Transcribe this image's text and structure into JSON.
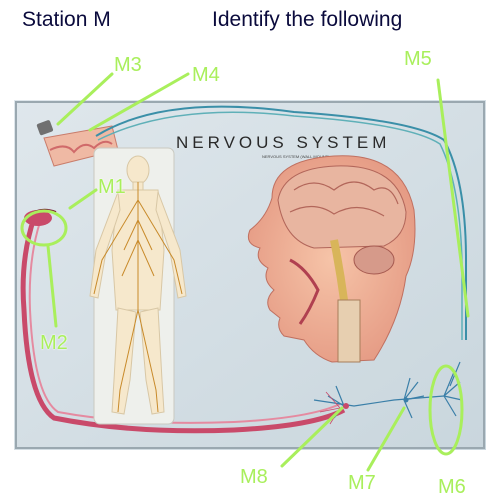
{
  "header": {
    "station_title": "Station M",
    "instruction": "Identify the following"
  },
  "poster": {
    "title": "NERVOUS SYSTEM",
    "subtitle": "NERVOUS SYSTEM (WALL MOUNT)"
  },
  "labels": [
    {
      "id": "M1",
      "text": "M1"
    },
    {
      "id": "M2",
      "text": "M2"
    },
    {
      "id": "M3",
      "text": "M3"
    },
    {
      "id": "M4",
      "text": "M4"
    },
    {
      "id": "M5",
      "text": "M5"
    },
    {
      "id": "M6",
      "text": "M6"
    },
    {
      "id": "M7",
      "text": "M7"
    },
    {
      "id": "M8",
      "text": "M8"
    }
  ],
  "colors": {
    "callout": "#a9ef5c",
    "heading": "#0a0a3c",
    "nerve": "#c94a6a",
    "neuron": "#3a7fa8"
  }
}
